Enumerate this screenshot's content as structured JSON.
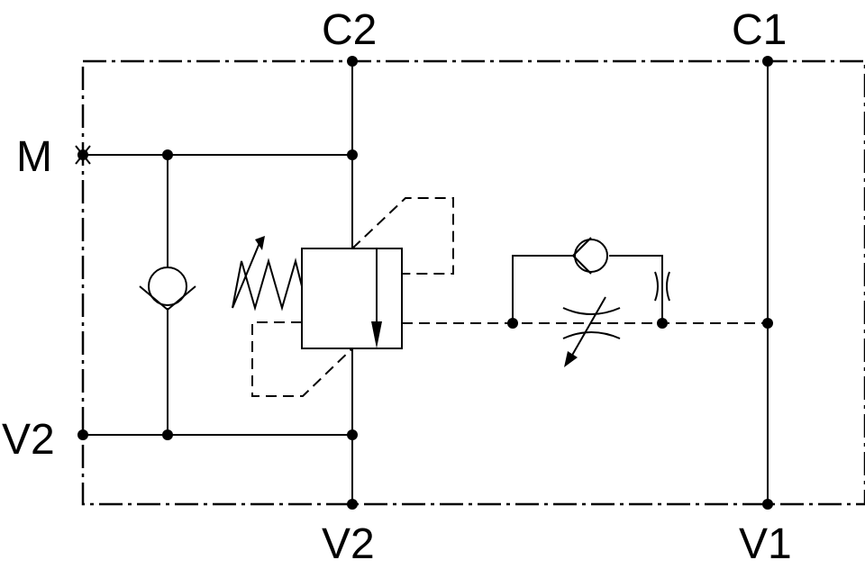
{
  "ports": {
    "c2_top": "C2",
    "c1_top": "C1",
    "m_left": "M",
    "v2_left": "V2",
    "v2_bottom": "V2",
    "v1_bottom": "V1"
  },
  "symbols": {
    "check_valve": "check-valve-icon",
    "relief_spring": "adjustable-spring-icon",
    "pressure_valve": "pressure-valve-block-icon",
    "throttle": "adjustable-throttle-icon",
    "pilot_check": "pilot-check-valve-icon",
    "orifice": "orifice-icon"
  },
  "colors": {
    "line": "#000000",
    "background": "#ffffff"
  }
}
